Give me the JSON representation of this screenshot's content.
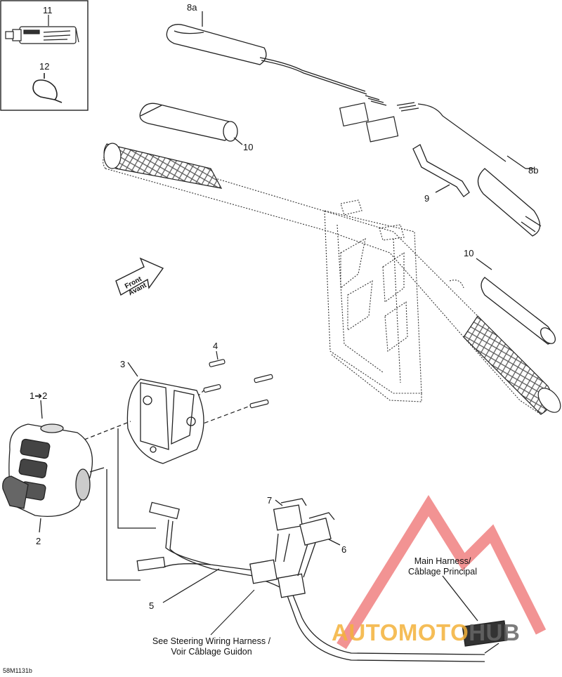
{
  "labels": {
    "part_11": "11",
    "part_12": "12",
    "part_8a": "8a",
    "part_10_top": "10",
    "part_9": "9",
    "part_8b": "8b",
    "part_10_right": "10",
    "part_4": "4",
    "part_3": "3",
    "part_1_2": "1➔2",
    "part_2": "2",
    "part_7": "7",
    "part_6": "6",
    "part_5": "5"
  },
  "direction_arrow": {
    "line1": "Front",
    "line2": "Avant"
  },
  "notes": {
    "main_harness_line1": "Main Harness/",
    "main_harness_line2": "Câblage Principal",
    "steering_harness_line1": "See Steering Wiring Harness /",
    "steering_harness_line2": "Voir Câblage Guidon"
  },
  "drawing_code": "58M1131b",
  "watermark": {
    "text_a": "AUTOMOTO",
    "text_b": "HUB",
    "color": "#f4b23a",
    "triangle_color": "#f08080"
  }
}
